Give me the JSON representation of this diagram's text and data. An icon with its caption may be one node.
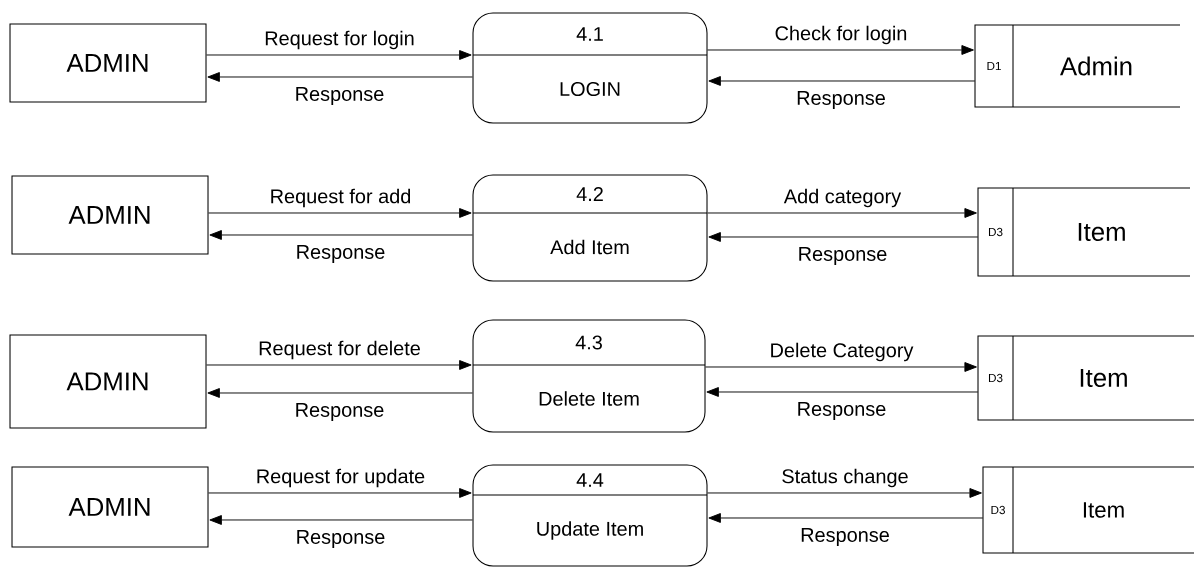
{
  "diagram": {
    "nodes": [
      {
        "text": [
          "ADMIN"
        ]
      },
      {
        "text": [
          "4.1",
          "LOGIN"
        ]
      },
      {
        "text": [
          "D1",
          "Admin"
        ]
      },
      {
        "text": [
          "ADMIN"
        ]
      },
      {
        "text": [
          "4.2",
          "Add Item"
        ]
      },
      {
        "text": [
          "D3",
          "Item"
        ]
      },
      {
        "text": [
          "ADMIN"
        ]
      },
      {
        "text": [
          "4.3",
          "Delete Item"
        ]
      },
      {
        "text": [
          "D3",
          "Item"
        ]
      },
      {
        "text": [
          "ADMIN"
        ]
      },
      {
        "text": [
          "4.4",
          "Update Item"
        ]
      },
      {
        "text": [
          "D3",
          "Item"
        ]
      }
    ],
    "edges": [
      {
        "from": 0,
        "to": 1,
        "arrow": "to",
        "label": "Request for login"
      },
      {
        "from": 1,
        "to": 0,
        "arrow": "to",
        "label": "Response"
      },
      {
        "from": 1,
        "to": 2,
        "arrow": "to",
        "label": "Check for login"
      },
      {
        "from": 2,
        "to": 1,
        "arrow": "to",
        "label": "Response"
      },
      {
        "from": 3,
        "to": 4,
        "arrow": "to",
        "label": "Request for add"
      },
      {
        "from": 4,
        "to": 3,
        "arrow": "to",
        "label": "Response"
      },
      {
        "from": 4,
        "to": 5,
        "arrow": "to",
        "label": "Add category"
      },
      {
        "from": 5,
        "to": 4,
        "arrow": "to",
        "label": "Response"
      },
      {
        "from": 6,
        "to": 7,
        "arrow": "to",
        "label": "Request for delete"
      },
      {
        "from": 7,
        "to": 6,
        "arrow": "to",
        "label": "Response"
      },
      {
        "from": 7,
        "to": 8,
        "arrow": "to",
        "label": "Delete Category"
      },
      {
        "from": 8,
        "to": 7,
        "arrow": "to",
        "label": "Response"
      },
      {
        "from": 9,
        "to": 10,
        "arrow": "to",
        "label": "Request for update"
      },
      {
        "from": 10,
        "to": 9,
        "arrow": "to",
        "label": "Response"
      },
      {
        "from": 10,
        "to": 11,
        "arrow": "to",
        "label": "Status change"
      },
      {
        "from": 11,
        "to": 10,
        "arrow": "to",
        "label": "Response"
      }
    ]
  }
}
